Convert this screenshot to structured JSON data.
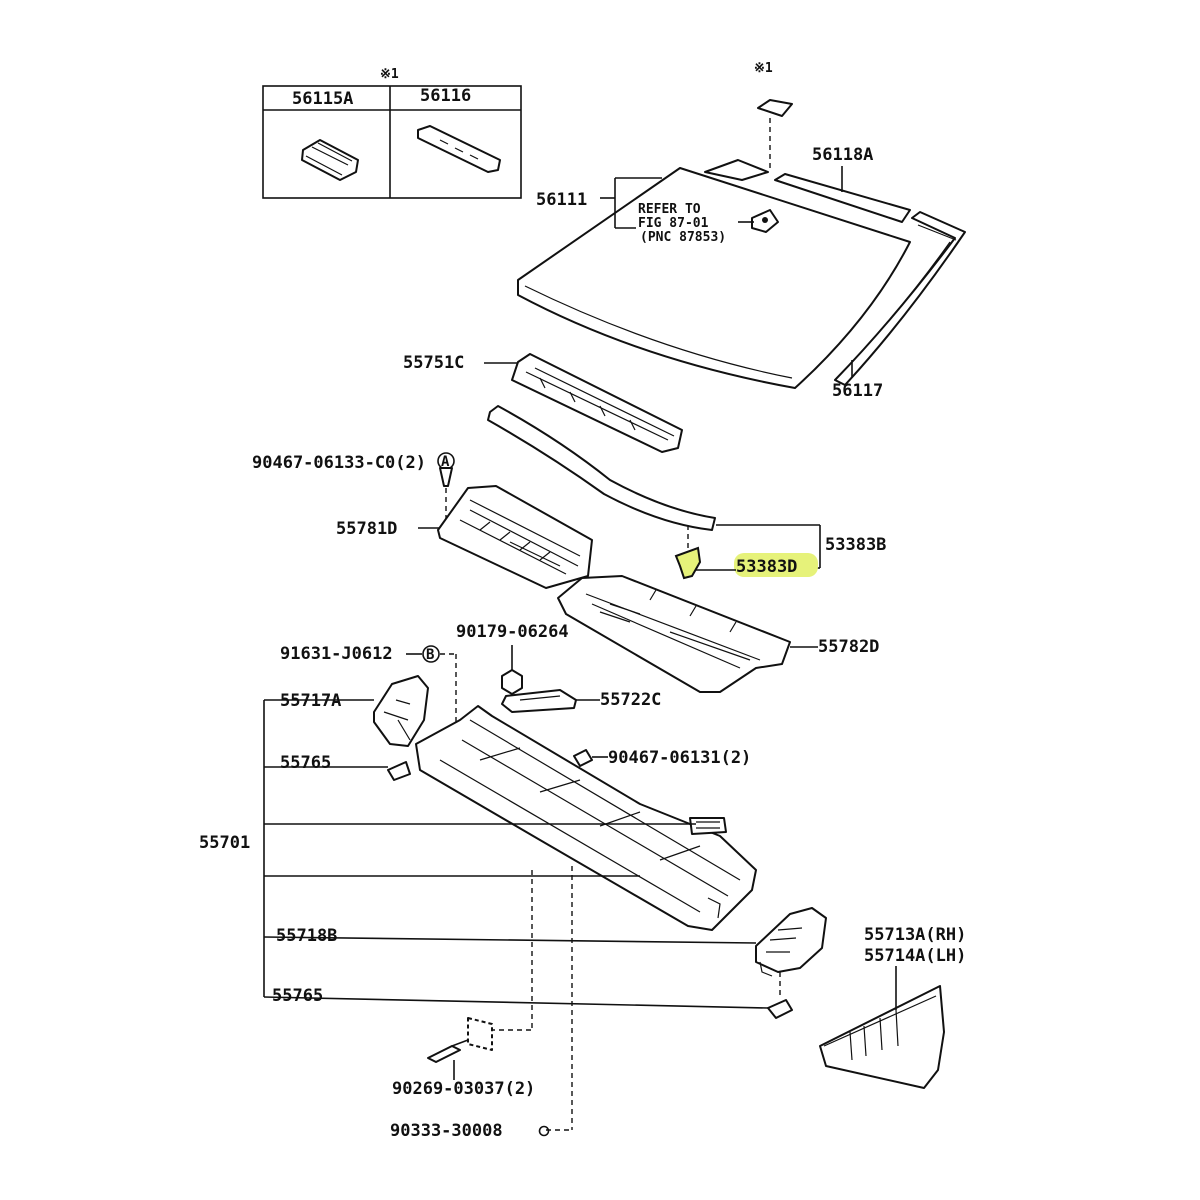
{
  "inset": {
    "mark": "※1",
    "col1": "56115A",
    "col2": "56116"
  },
  "labels": {
    "mark_glass": "※1",
    "p56118A": "56118A",
    "p56111": "56111",
    "refer1": "REFER TO",
    "refer2": "FIG 87-01",
    "refer3": "(PNC 87853)",
    "p56117": "56117",
    "p55751C": "55751C",
    "p90467_133": "90467-06133-C0(2)",
    "circleA": "A",
    "p55781D": "55781D",
    "p53383B": "53383B",
    "p53383D": "53383D",
    "p55782D": "55782D",
    "p90179": "90179-06264",
    "p91631": "91631-J0612",
    "circleB": "B",
    "p55717A": "55717A",
    "p55722C": "55722C",
    "p55765a": "55765",
    "p90467_131": "90467-06131(2)",
    "p55701": "55701",
    "p55718B": "55718B",
    "p55713A": "55713A(RH)",
    "p55714A": "55714A(LH)",
    "p55765b": "55765",
    "p90269": "90269-03037(2)",
    "p90333": "90333-30008"
  },
  "highlight": {
    "color": "#e6f27a",
    "target": "53383D"
  }
}
